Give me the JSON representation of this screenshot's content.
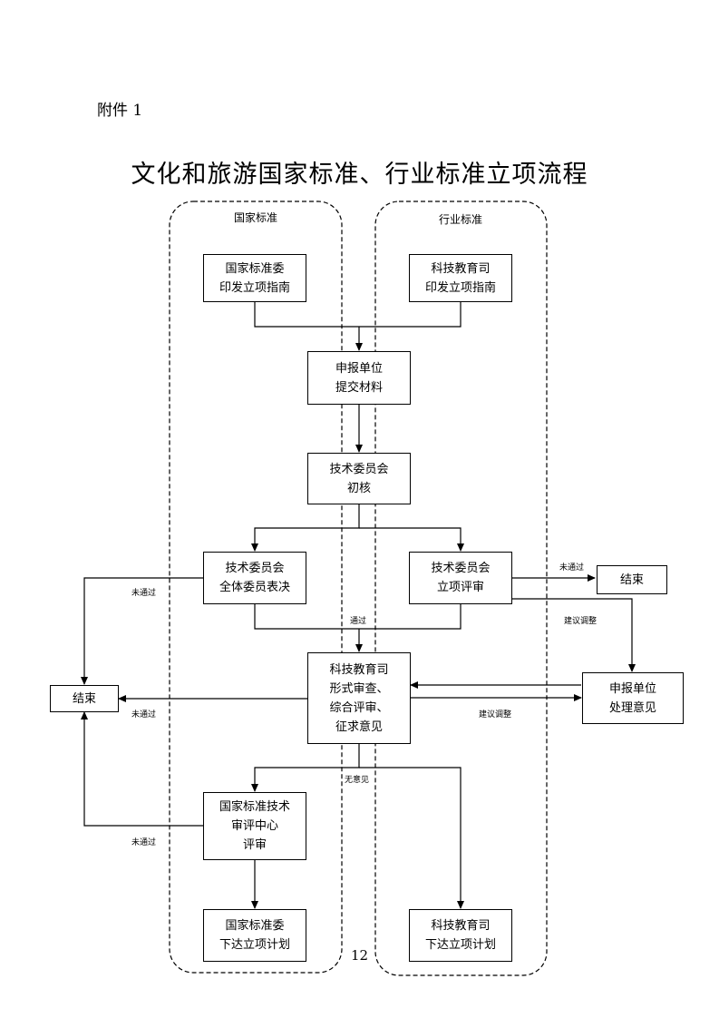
{
  "attachment": "附件 1",
  "title": "文化和旅游国家标准、行业标准立项流程",
  "lanes": {
    "national": "国家标准",
    "industry": "行业标准"
  },
  "boxes": {
    "sac_guide": [
      "国家标准委",
      "印发立项指南"
    ],
    "mst_guide": [
      "科技教育司",
      "印发立项指南"
    ],
    "applicant_submit": [
      "申报单位",
      "提交材料"
    ],
    "tc_initial": [
      "技术委员会",
      "初核"
    ],
    "tc_vote": [
      "技术委员会",
      "全体委员表决"
    ],
    "tc_review": [
      "技术委员会",
      "立项评审"
    ],
    "end_right": [
      "结束"
    ],
    "mst_review": [
      "科技教育司",
      "形式审查、",
      "综合评审、",
      "征求意见"
    ],
    "applicant_feedback": [
      "申报单位",
      "处理意见"
    ],
    "end_left": [
      "结束"
    ],
    "sac_center": [
      "国家标准技术",
      "审评中心",
      "评审"
    ],
    "sac_issue": [
      "国家标准委",
      "下达立项计划"
    ],
    "mst_issue": [
      "科技教育司",
      "下达立项计划"
    ]
  },
  "labels": {
    "fail_1": "未通过",
    "fail_2": "未通过",
    "fail_3": "未通过",
    "fail_4": "未通过",
    "pass": "通过",
    "suggest_1": "建议调整",
    "suggest_2": "建议调整",
    "no_objection": "无意见"
  },
  "page_number": "12"
}
